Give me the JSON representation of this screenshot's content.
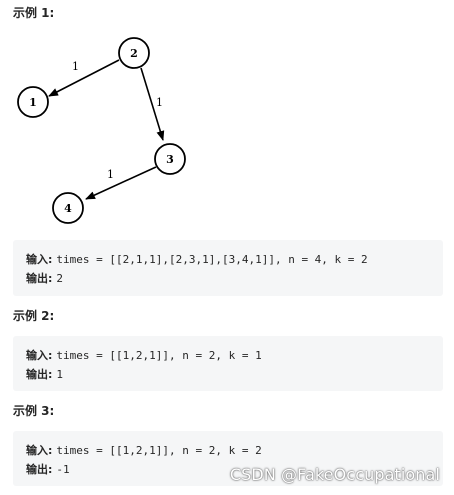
{
  "example1": {
    "heading": "示例 1:",
    "graph": {
      "nodes": [
        "2",
        "1",
        "3",
        "4"
      ],
      "edges": [
        {
          "from": "2",
          "to": "1",
          "weight": "1"
        },
        {
          "from": "2",
          "to": "3",
          "weight": "1"
        },
        {
          "from": "3",
          "to": "4",
          "weight": "1"
        }
      ]
    },
    "input_label": "输入:",
    "input_value": "times = [[2,1,1],[2,3,1],[3,4,1]], n = 4, k = 2",
    "output_label": "输出:",
    "output_value": "2"
  },
  "example2": {
    "heading": "示例 2:",
    "input_label": "输入:",
    "input_value": "times = [[1,2,1]], n = 2, k = 1",
    "output_label": "输出:",
    "output_value": "1"
  },
  "example3": {
    "heading": "示例 3:",
    "input_label": "输入:",
    "input_value": "times = [[1,2,1]], n = 2, k = 2",
    "output_label": "输出:",
    "output_value": "-1"
  },
  "watermark": "CSDN @FakeOccupational"
}
